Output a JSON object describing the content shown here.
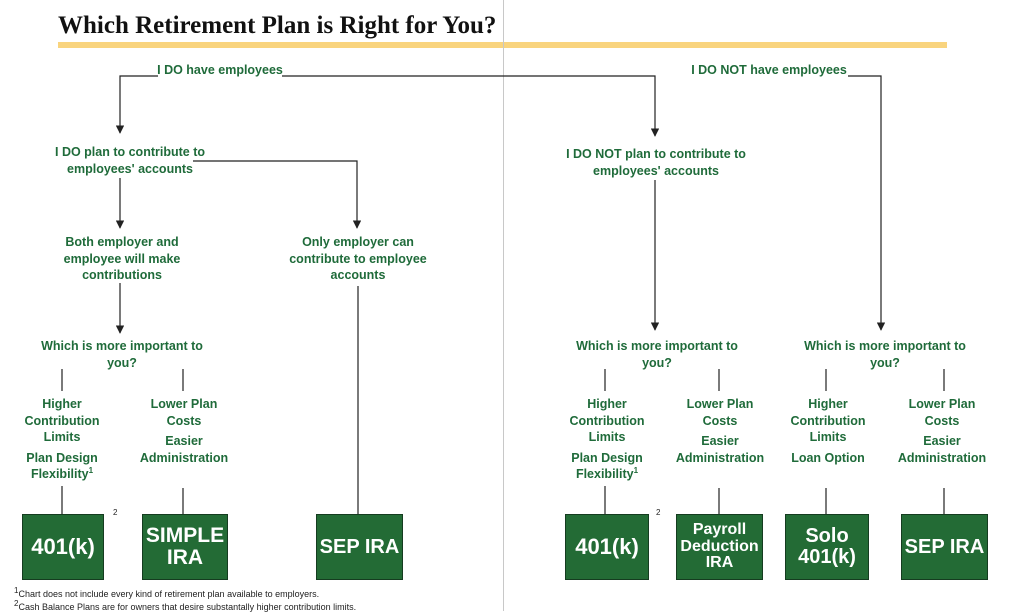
{
  "title": "Which Retirement Plan is Right for You?",
  "left": {
    "root": "I DO have employees",
    "q1": [
      "I DO plan to contribute to",
      "employees' accounts"
    ],
    "both": [
      "Both employer and",
      "employee will make",
      "contributions"
    ],
    "only": [
      "Only employer can",
      "contribute to employee",
      "accounts"
    ],
    "important": [
      "Which is more important to",
      "you?"
    ],
    "higher": [
      "Higher",
      "Contribution",
      "Limits"
    ],
    "design": [
      "Plan Design",
      "Flexibility"
    ],
    "design_sup": "1",
    "lower": [
      "Lower Plan",
      "Costs"
    ],
    "easier": [
      "Easier",
      "Administration"
    ],
    "box_401k": "401(k)",
    "box_401k_sup": "2",
    "box_simple": "SIMPLE\nIRA",
    "box_sep": "SEP IRA"
  },
  "right": {
    "root": "I DO NOT have employees",
    "q1": [
      "I DO NOT plan to contribute to",
      "employees' accounts"
    ],
    "important_a": [
      "Which is more important to",
      "you?"
    ],
    "important_b": [
      "Which is more important to",
      "you?"
    ],
    "higher_a": [
      "Higher",
      "Contribution",
      "Limits"
    ],
    "design_a": [
      "Plan Design",
      "Flexibility"
    ],
    "design_a_sup": "1",
    "lower_a": [
      "Lower Plan",
      "Costs"
    ],
    "easier_a": [
      "Easier",
      "Administration"
    ],
    "higher_b": [
      "Higher",
      "Contribution",
      "Limits"
    ],
    "loan_b": "Loan Option",
    "lower_b": [
      "Lower Plan",
      "Costs"
    ],
    "easier_b": [
      "Easier",
      "Administration"
    ],
    "box_401k": "401(k)",
    "box_401k_sup": "2",
    "box_payroll": "Payroll\nDeduction\nIRA",
    "box_solo": "Solo\n401(k)",
    "box_sep": "SEP IRA"
  },
  "footnotes": {
    "fn1_mark": "1",
    "fn1": "Chart does not include every kind of retirement plan available to employers.",
    "fn2_mark": "2",
    "fn2": "Cash Balance Plans are for owners that desire substantally higher contribution limits."
  },
  "colors": {
    "text_green": "#1f6b3a",
    "box_green": "#236b35",
    "accent_bar": "#f9d47e",
    "divider": "#c8c8c8"
  }
}
